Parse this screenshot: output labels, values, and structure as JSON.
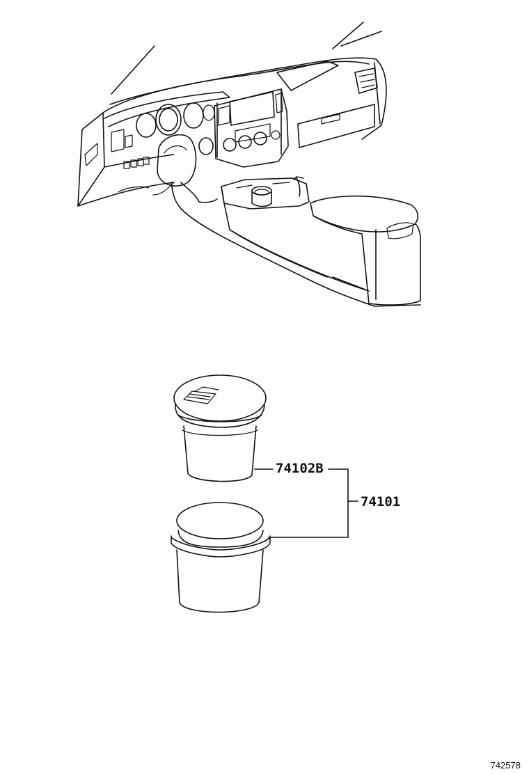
{
  "callouts": {
    "inner_cup_part": "74102B",
    "assembly_part": "74101"
  },
  "illustration_id": "742578",
  "colors": {
    "line": "#111111",
    "background": "#ffffff"
  }
}
